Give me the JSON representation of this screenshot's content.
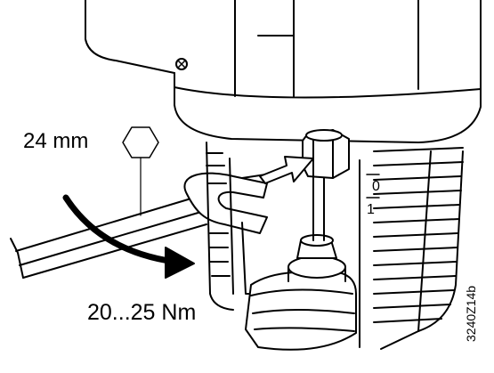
{
  "labels": {
    "wrench_size": "24 mm",
    "torque": "20...25 Nm",
    "drawing_code": "3240Z14b"
  },
  "colors": {
    "stroke": "#000000",
    "fill": "#ffffff",
    "background": "#ffffff"
  },
  "icons": {
    "hex_nut": "hexagon-icon",
    "rotation": "curved-arrow-icon",
    "pointer": "arrow-icon"
  }
}
